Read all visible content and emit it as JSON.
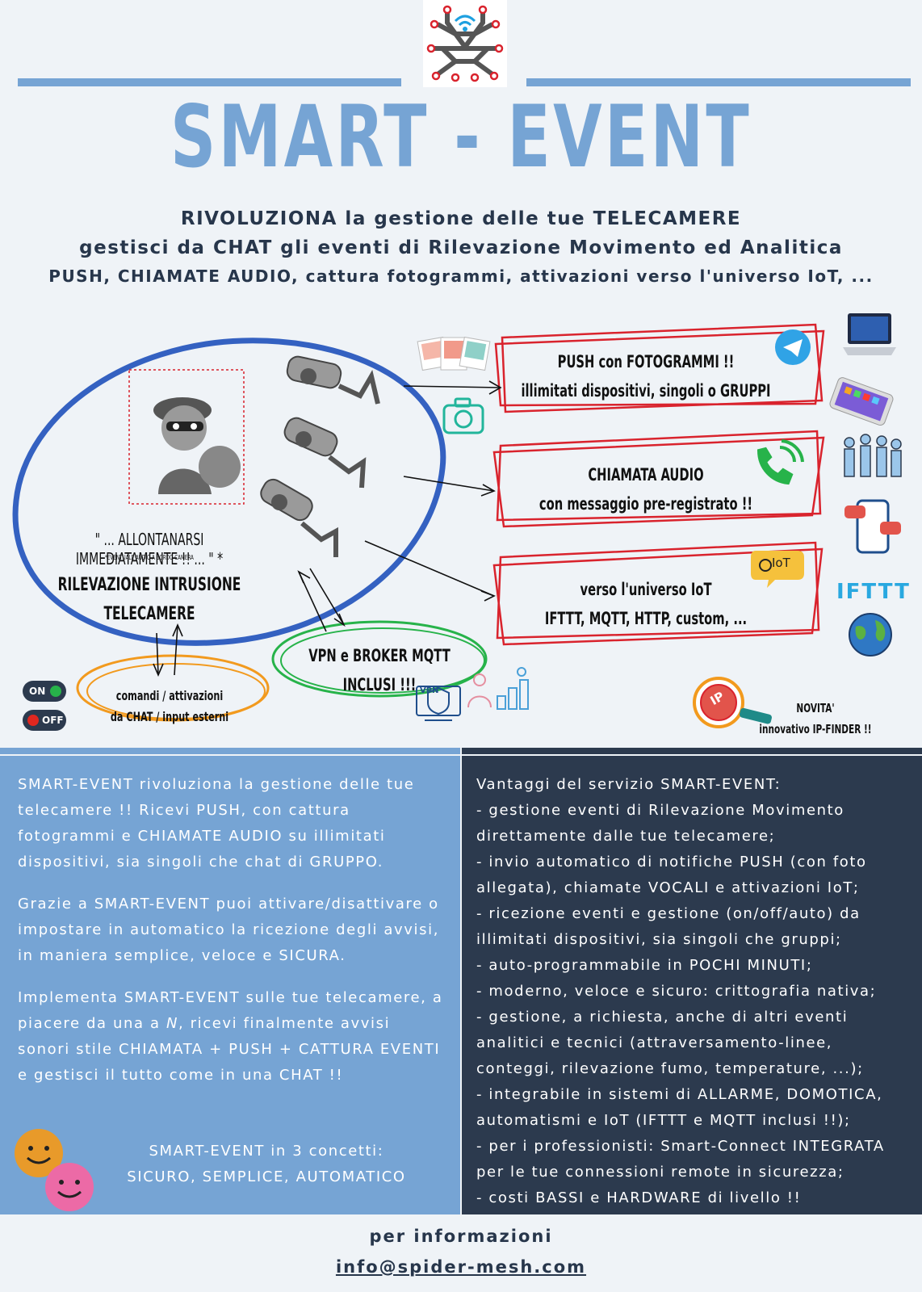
{
  "header": {
    "title": "SMART - EVENT",
    "subtitle_1": "RIVOLUZIONA la gestione delle tue TELECAMERE",
    "subtitle_2": "gestisci da CHAT gli eventi di Rilevazione Movimento ed Analitica",
    "subtitle_3": "PUSH, CHIAMATE AUDIO, cattura fotogrammi, attivazioni verso l'universo IoT, ..."
  },
  "diagram": {
    "quote": "\" ... ALLONTANARSI IMMEDIATAMENTE !! ... \" *",
    "quote_note": "*EVENTUALE AUDIO A BORDO CAMERA",
    "detection_line1": "RILEVAZIONE INTRUSIONE",
    "detection_line2": "TELECAMERE",
    "commands_line1": "comandi / attivazioni",
    "commands_line2": "da CHAT / input esterni",
    "vpn_line1": "VPN e BROKER MQTT",
    "vpn_line2": "INCLUSI !!!",
    "push_line1": "PUSH con FOTOGRAMMI !!",
    "push_line2": "illimitati dispositivi, singoli o GRUPPI",
    "call_line1": "CHIAMATA AUDIO",
    "call_line2": "con messaggio pre-registrato !!",
    "iot_line1": "verso l'universo IoT",
    "iot_line2": "IFTTT, MQTT, HTTP, custom, ...",
    "iot_badge": "IoT",
    "ifttt_logo": "IFTTT",
    "vpn_badge": "VPN",
    "ip_badge": "IP",
    "toggle_on": "ON",
    "toggle_off": "OFF",
    "novita_line1": "NOVITA'",
    "novita_line2": "innovativo IP-FINDER !!",
    "colors": {
      "blue_ellipse": "#3461c1",
      "red_box": "#d9232d",
      "green_ellipse": "#27b34a",
      "orange_ellipse": "#f29a1e"
    },
    "icons": [
      "spider-mesh-logo",
      "thief-icon",
      "security-camera-icon",
      "photos-icon",
      "camera-icon",
      "telegram-icon",
      "phone-call-icon",
      "iot-chat-icon",
      "laptop-icon",
      "smartphone-icon",
      "people-icon",
      "chat-phone-icon",
      "ifttt-logo",
      "globe-icon",
      "vpn-shield-icon",
      "growth-chart-icon",
      "ip-finder-icon",
      "on-toggle-icon",
      "off-toggle-icon",
      "smiley-icon"
    ]
  },
  "left_panel": {
    "paragraph_1": "SMART-EVENT rivoluziona la gestione delle tue telecamere !! Ricevi PUSH, con cattura fotogrammi e CHIAMATE AUDIO su illimitati dispositivi, sia singoli che chat di GRUPPO.",
    "paragraph_2": "Grazie a SMART-EVENT puoi attivare/disattivare o impostare in automatico la ricezione degli avvisi, in maniera semplice, veloce e SICURA.",
    "paragraph_3_pre": "Implementa SMART-EVENT sulle tue telecamere, a piacere da una a ",
    "paragraph_3_n": "N",
    "paragraph_3_post": ", ricevi finalmente avvisi sonori stile CHIAMATA + PUSH + CATTURA EVENTI e gestisci il tutto come in una CHAT !!",
    "concepts_title": "SMART-EVENT in 3 concetti:",
    "concepts": "SICURO, SEMPLICE, AUTOMATICO"
  },
  "right_panel": {
    "title": "Vantaggi del servizio SMART-EVENT:",
    "items": [
      "- gestione eventi di Rilevazione Movimento direttamente dalle tue telecamere;",
      "- invio automatico di notifiche PUSH (con foto allegata), chiamate VOCALI e attivazioni IoT;",
      "- ricezione eventi e gestione (on/off/auto) da illimitati dispositivi, sia singoli che gruppi;",
      "- auto-programmabile in POCHI MINUTI;",
      "- moderno, veloce e sicuro: crittografia nativa;",
      "- gestione, a richiesta, anche di altri eventi analitici e tecnici (attraversamento-linee, conteggi, rilevazione fumo, temperature, ...);",
      "- integrabile in sistemi di ALLARME, DOMOTICA, automatismi e IoT (IFTTT e MQTT inclusi !!);",
      "- per i professionisti: Smart-Connect INTEGRATA per le tue connessioni remote in sicurezza;",
      "- costi BASSI e HARDWARE di livello !!"
    ]
  },
  "footer": {
    "info_label": "per informazioni",
    "email": "info@spider-mesh.com"
  }
}
